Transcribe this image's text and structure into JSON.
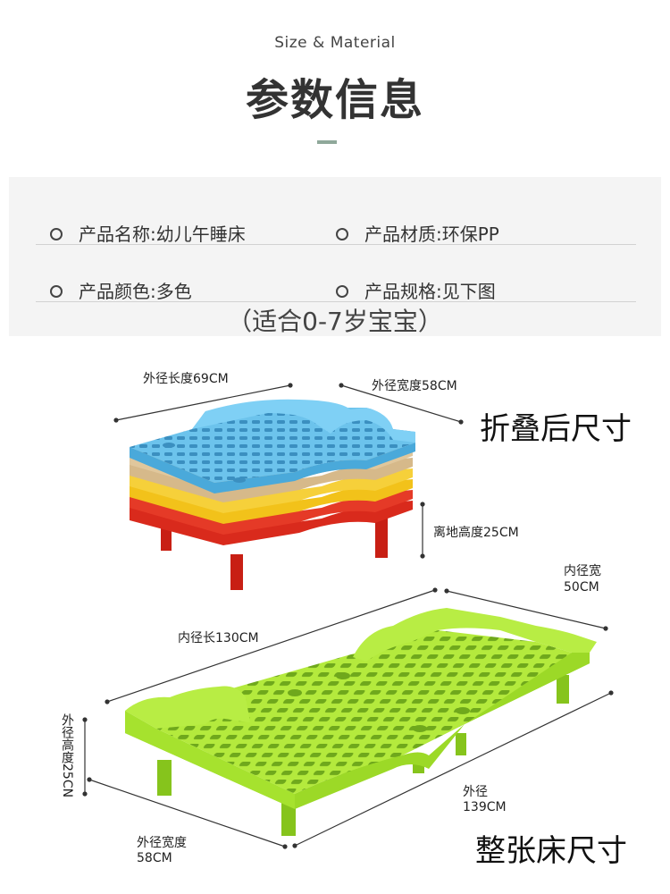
{
  "header": {
    "subtitle": "Size & Material",
    "title": "参数信息"
  },
  "specs": {
    "name": "产品名称:幼儿午睡床",
    "material": "产品材质:环保PP",
    "color": "产品颜色:多色",
    "spec": "产品规格:见下图",
    "age_note": "（适合0-7岁宝宝）"
  },
  "folded": {
    "caption": "折叠后尺寸",
    "outer_length": "外径长度69CM",
    "outer_width": "外径宽度58CM",
    "ground_height": "离地高度25CM",
    "stack_colors": [
      "#d92a1c",
      "#f2c21a",
      "#d6b98a",
      "#6cc3ec"
    ]
  },
  "full": {
    "caption": "整张床尺寸",
    "inner_width_line1": "内径宽",
    "inner_width_line2": "50CM",
    "inner_length": "内径长130CM",
    "outer_height": "外径高度25CN",
    "outer_length_line1": "外径",
    "outer_length_line2": "139CM",
    "outer_width_line1": "外径宽度",
    "outer_width_line2": "58CM",
    "bed_color": "#a6e22e"
  }
}
